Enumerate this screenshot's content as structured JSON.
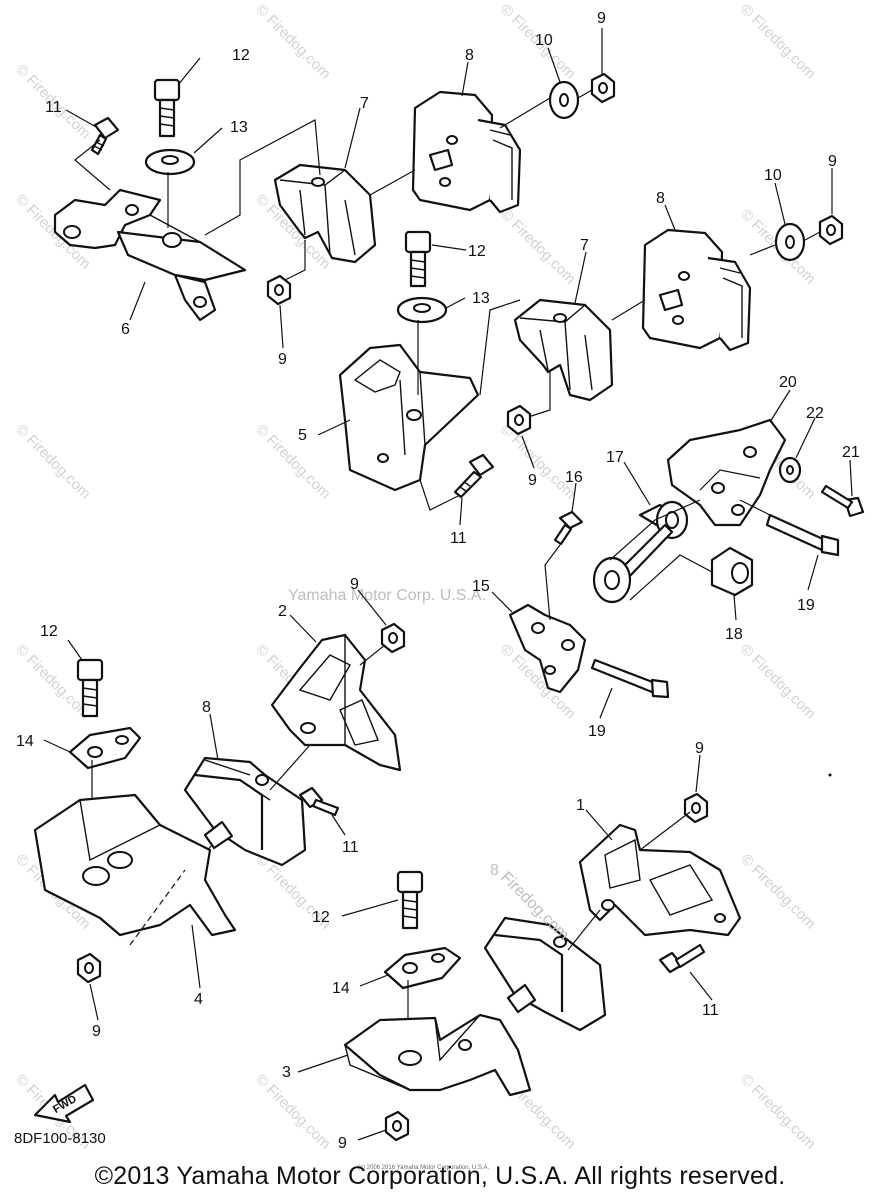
{
  "diagram": {
    "watermark": "© Firedog.com",
    "center_watermark": "Yamaha Motor Corp. U.S.A.",
    "part8_watermark_number": "8",
    "part8_watermark_text": "Firedog.com",
    "fwd_label": "FWD",
    "drawing_code": "8DF100-8130",
    "fine_print": "(c) 2006 2016 Yamaha Motor Corporation, U.S.A.",
    "copyright": "©2013 Yamaha Motor Corporation, U.S.A. All rights reserved.",
    "callouts": [
      "12",
      "11",
      "13",
      "7",
      "8",
      "10",
      "9",
      "6",
      "9",
      "10",
      "9",
      "8",
      "7",
      "12",
      "13",
      "5",
      "9",
      "11",
      "20",
      "22",
      "21",
      "17",
      "16",
      "15",
      "19",
      "18",
      "19",
      "9",
      "12",
      "2",
      "14",
      "8",
      "11",
      "9",
      "1",
      "12",
      "14",
      "11",
      "3",
      "4",
      "9",
      "9"
    ]
  }
}
